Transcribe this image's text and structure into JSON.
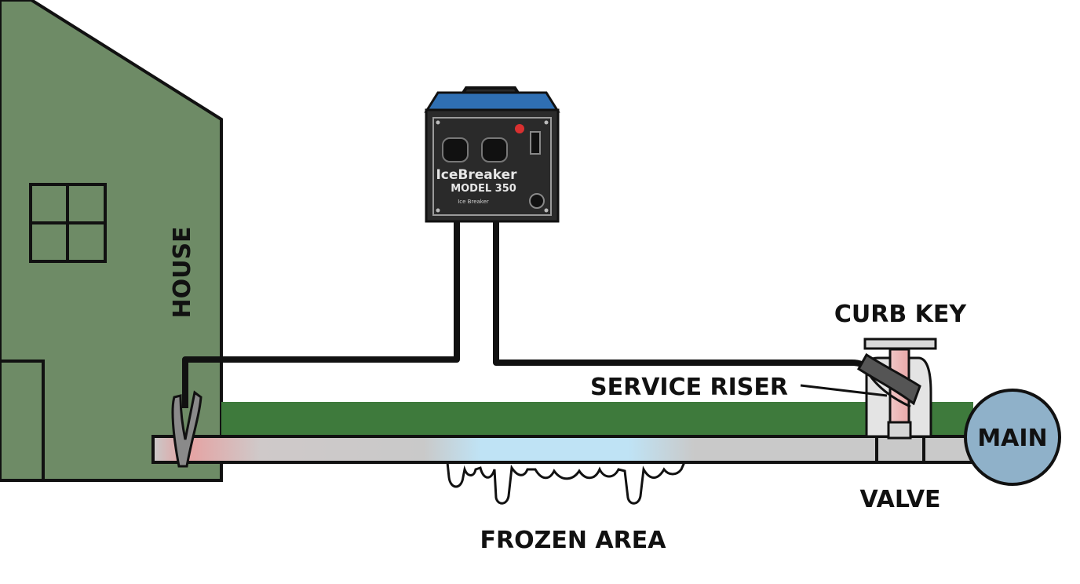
{
  "labels": {
    "house": "HOUSE",
    "curb_key": "CURB KEY",
    "service_riser": "SERVICE RISER",
    "main": "MAIN",
    "valve": "VALVE",
    "frozen_area": "FROZEN AREA"
  },
  "device": {
    "brand": "IceBreaker",
    "model": "MODEL 350",
    "maker": "Ice Breaker"
  },
  "colors": {
    "house": "#6e8b66",
    "grass": "#3e7a3c",
    "pipe": "#c9c9c9",
    "heated_pipe": "#e8a3a3",
    "frozen_pipe": "#bfe3f5",
    "ice": "#d8f0fb",
    "main": "#8fb1c9",
    "device_top": "#2f6fb3",
    "device_body": "#2b2b2b",
    "indicator": "#d93030",
    "riser": "#e2e2e2"
  }
}
